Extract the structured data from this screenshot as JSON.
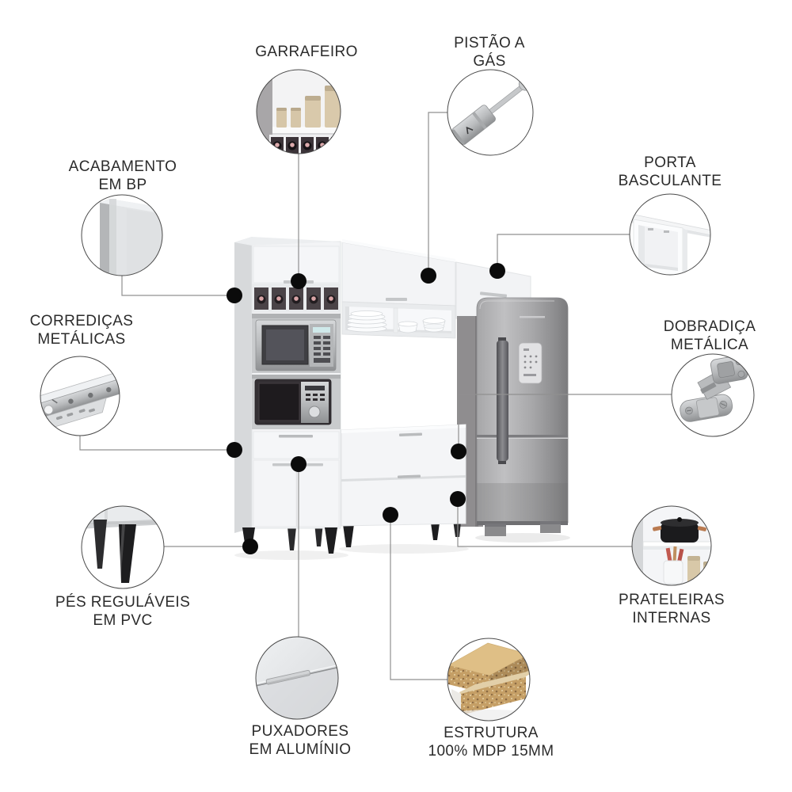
{
  "callouts": {
    "garrafeiro": {
      "line1": "GARRAFEIRO",
      "line2": ""
    },
    "pistao_a_gas": {
      "line1": "PISTÃO A",
      "line2": "GÁS"
    },
    "acabamento": {
      "line1": "ACABAMENTO",
      "line2": "EM BP"
    },
    "porta_basculante": {
      "line1": "PORTA",
      "line2": "BASCULANTE"
    },
    "corredicas": {
      "line1": "CORREDIÇAS",
      "line2": "METÁLICAS"
    },
    "dobradica": {
      "line1": "DOBRADIÇA",
      "line2": "METÁLICA"
    },
    "pes": {
      "line1": "PÉS REGULÁVEIS",
      "line2": "EM PVC"
    },
    "prateleiras": {
      "line1": "PRATELEIRAS",
      "line2": "INTERNAS"
    },
    "puxadores": {
      "line1": "PUXADORES",
      "line2": "EM ALUMÍNIO"
    },
    "estrutura": {
      "line1": "ESTRUTURA",
      "line2": "100% MDP 15MM"
    }
  },
  "colors": {
    "background": "#ffffff",
    "label_text": "#2b2b2b",
    "connector_line": "#909090",
    "dot": "#0b0b0b",
    "circle_border": "#4a4a4a",
    "cabinet_white": "#f3f4f6",
    "fridge_steel": "#a9a9ab",
    "leg_black": "#1d1d1f",
    "wood_mdp": "#dfbf86",
    "wine_cap_pink": "#d8a4a6"
  }
}
